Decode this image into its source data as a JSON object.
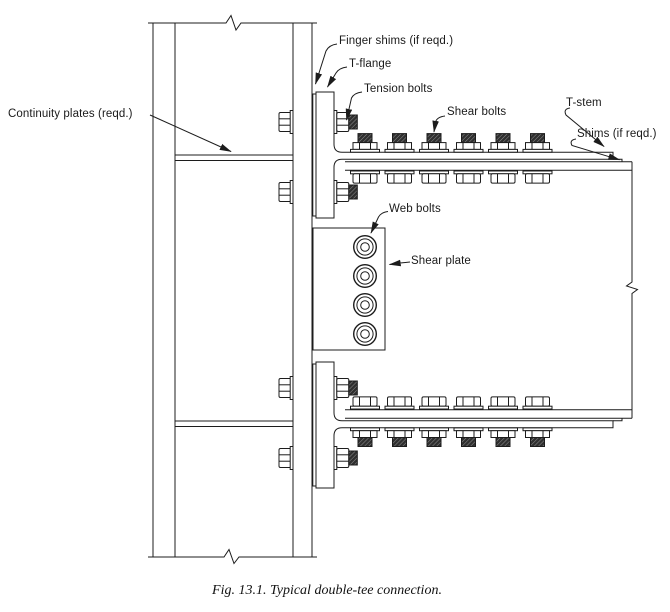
{
  "figure": {
    "caption": "Fig. 13.1. Typical double-tee connection.",
    "labels": {
      "continuity_plates": "Continuity plates (reqd.)",
      "finger_shims": "Finger shims (if reqd.)",
      "t_flange": "T-flange",
      "tension_bolts": "Tension bolts",
      "shear_bolts": "Shear bolts",
      "t_stem": "T-stem",
      "shims": "Shims (if reqd.)",
      "web_bolts": "Web bolts",
      "shear_plate": "Shear plate"
    },
    "counts": {
      "shear_bolt_rows": 2,
      "shear_bolts_per_row": 6,
      "web_bolts": 4,
      "tension_bolts_per_tee": 2,
      "continuity_plates": 2
    },
    "colors": {
      "line": "#1c1c1c",
      "background": "#ffffff"
    }
  }
}
